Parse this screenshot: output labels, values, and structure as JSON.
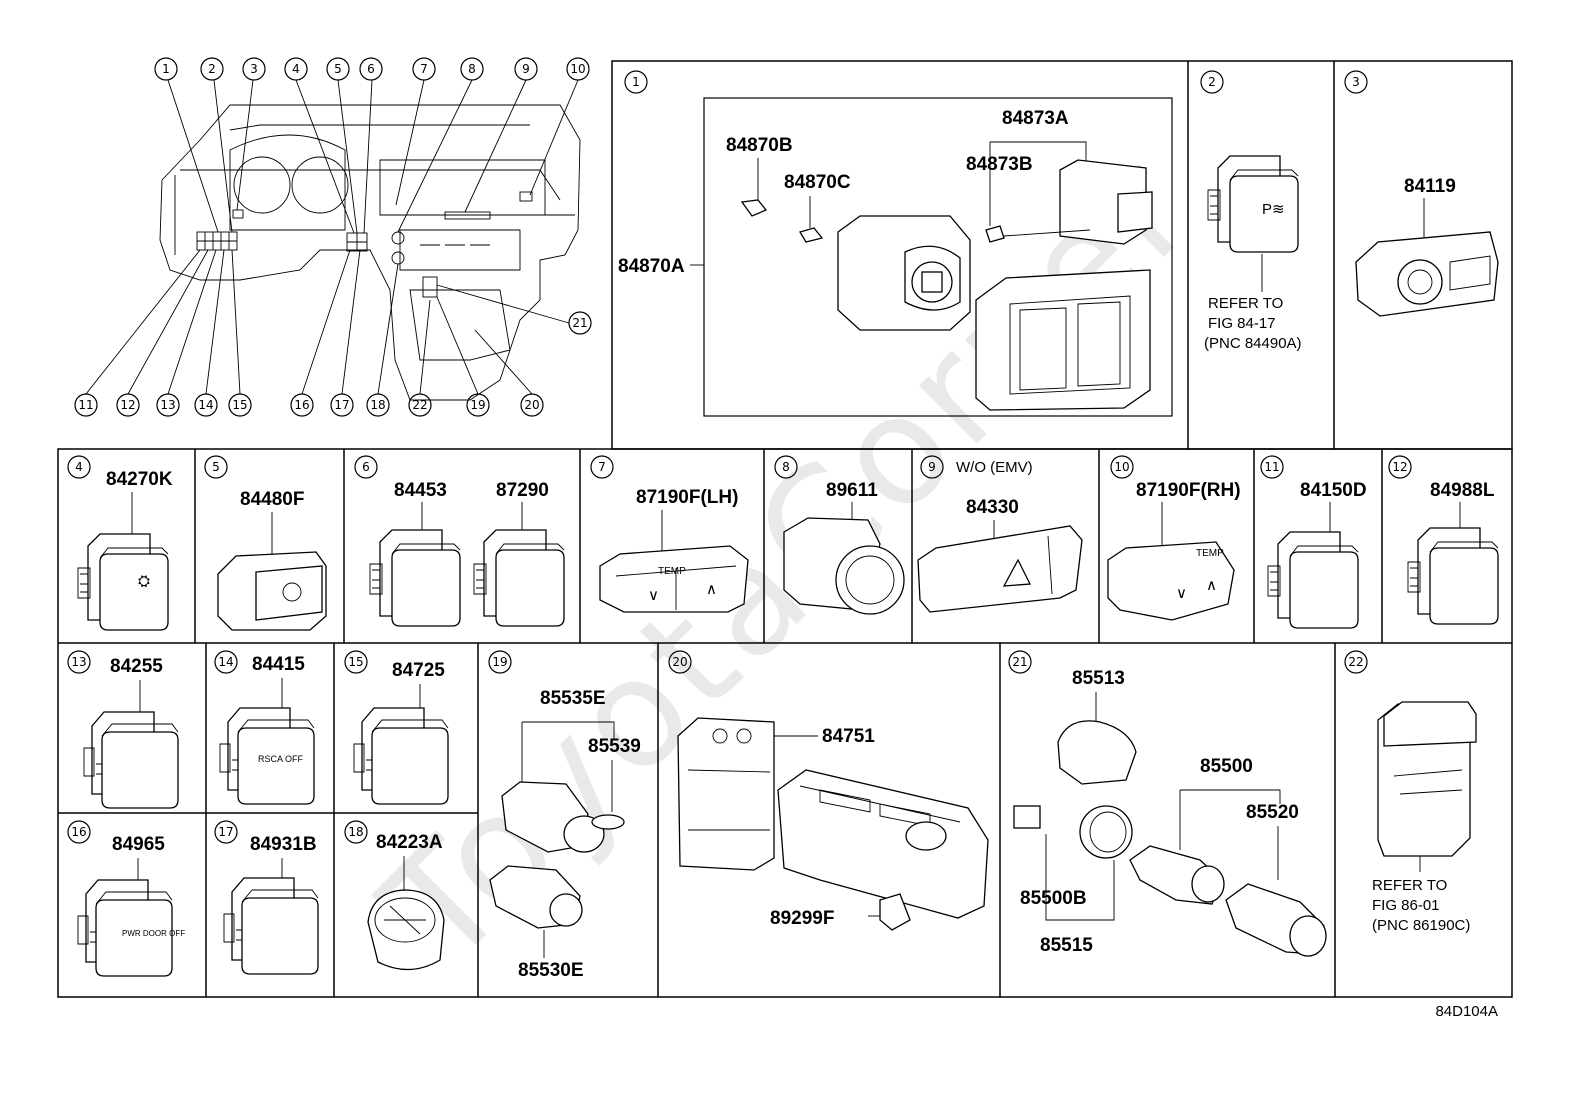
{
  "watermark": "ToyotaCorner",
  "figure_code": "84D104A",
  "overview": {
    "callouts_top": [
      "1",
      "2",
      "3",
      "4",
      "5",
      "6",
      "7",
      "8",
      "9",
      "10"
    ],
    "callouts_bottom": [
      "11",
      "12",
      "13",
      "14",
      "15",
      "16",
      "17",
      "18",
      "22",
      "19",
      "20"
    ],
    "callout_right": "21"
  },
  "cells": {
    "c1": {
      "num": "1",
      "parts": [
        "84870A",
        "84870B",
        "84870C",
        "84873A",
        "84873B"
      ]
    },
    "c2": {
      "num": "2",
      "refer": [
        "REFER TO",
        "FIG 84-17",
        "(PNC 84490A)"
      ]
    },
    "c3": {
      "num": "3",
      "parts": [
        "84119"
      ]
    },
    "c4": {
      "num": "4",
      "parts": [
        "84270K"
      ]
    },
    "c5": {
      "num": "5",
      "parts": [
        "84480F"
      ]
    },
    "c6": {
      "num": "6",
      "parts": [
        "84453",
        "87290"
      ]
    },
    "c7": {
      "num": "7",
      "parts": [
        "87190F(LH)"
      ],
      "label": "TEMP"
    },
    "c8": {
      "num": "8",
      "parts": [
        "89611"
      ]
    },
    "c9": {
      "num": "9",
      "note": "W/O (EMV)",
      "parts": [
        "84330"
      ]
    },
    "c10": {
      "num": "10",
      "parts": [
        "87190F(RH)"
      ],
      "label": "TEMP"
    },
    "c11": {
      "num": "11",
      "parts": [
        "84150D"
      ]
    },
    "c12": {
      "num": "12",
      "parts": [
        "84988L"
      ]
    },
    "c13": {
      "num": "13",
      "parts": [
        "84255"
      ]
    },
    "c14": {
      "num": "14",
      "parts": [
        "84415"
      ],
      "label": "RSCA OFF"
    },
    "c15": {
      "num": "15",
      "parts": [
        "84725"
      ]
    },
    "c16": {
      "num": "16",
      "parts": [
        "84965"
      ],
      "label": "PWR DOOR OFF"
    },
    "c17": {
      "num": "17",
      "parts": [
        "84931B"
      ]
    },
    "c18": {
      "num": "18",
      "parts": [
        "84223A"
      ]
    },
    "c19": {
      "num": "19",
      "parts": [
        "85535E",
        "85539",
        "85530E"
      ]
    },
    "c20": {
      "num": "20",
      "parts": [
        "84751",
        "89299F"
      ]
    },
    "c21": {
      "num": "21",
      "parts": [
        "85513",
        "85500",
        "85520",
        "85500B",
        "85515"
      ]
    },
    "c22": {
      "num": "22",
      "refer": [
        "REFER TO",
        "FIG 86-01",
        "(PNC 86190C)"
      ]
    }
  }
}
